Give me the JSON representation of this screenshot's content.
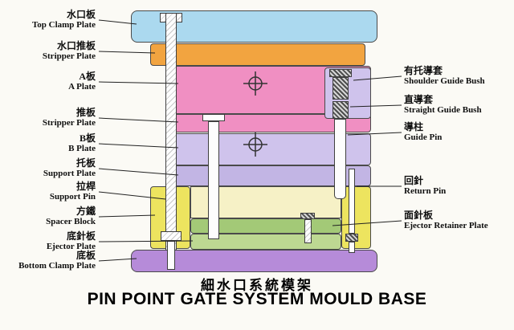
{
  "title": {
    "chinese": "細水口系統模架",
    "english": "PIN POINT GATE SYSTEM MOULD BASE"
  },
  "left_labels": [
    {
      "cn": "水口板",
      "en": "Top Clamp Plate"
    },
    {
      "cn": "水口推板",
      "en": "Stripper Plate"
    },
    {
      "cn": "A板",
      "en": "A Plate"
    },
    {
      "cn": "推板",
      "en": "Stripper Plate"
    },
    {
      "cn": "B板",
      "en": "B Plate"
    },
    {
      "cn": "托板",
      "en": "Support Plate"
    },
    {
      "cn": "拉桿",
      "en": "Support Pin"
    },
    {
      "cn": "方鐵",
      "en": "Spacer Block"
    },
    {
      "cn": "底針板",
      "en": "Ejector Plate"
    },
    {
      "cn": "底板",
      "en": "Bottom Clamp Plate"
    }
  ],
  "right_labels": [
    {
      "cn": "有托導套",
      "en": "Shoulder Guide Bush"
    },
    {
      "cn": "直導套",
      "en": "Straight Guide Bush"
    },
    {
      "cn": "導柱",
      "en": "Guide Pin"
    },
    {
      "cn": "回針",
      "en": "Return Pin"
    },
    {
      "cn": "面針板",
      "en": "Ejector Retainer Plate"
    }
  ],
  "colors": {
    "top_clamp": "#abd9ef",
    "stripper_top": "#f2a440",
    "a_plate": "#f08fc2",
    "stripper_mid": "#f08fc2",
    "b_plate": "#cfc3ec",
    "support_plate": "#c2b5e4",
    "bush_panel": "#cfc3ec",
    "spacer_block": "#ede45f",
    "cavity": "#f6f1c6",
    "ejector_retainer": "#a3c977",
    "ejector_plate": "#bdd892",
    "bottom_clamp": "#b68bd9"
  }
}
